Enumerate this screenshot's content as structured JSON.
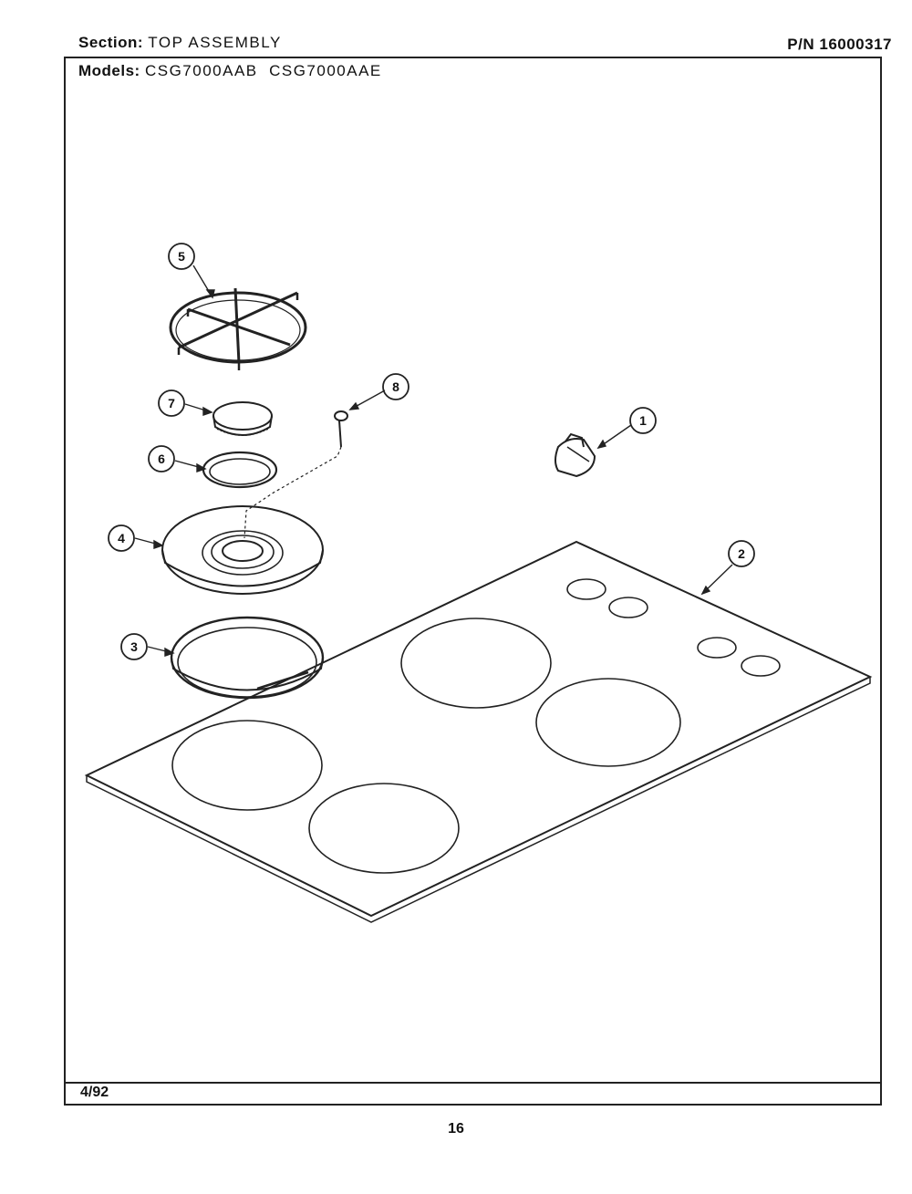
{
  "header": {
    "section_label": "Section:",
    "section_value": "TOP ASSEMBLY",
    "models_label": "Models:",
    "models_value": "CSG7000AAB  CSG7000AAE",
    "part_number": "P/N 16000317"
  },
  "footer": {
    "revision_date": "4/92",
    "page_number": "16"
  },
  "callouts": [
    {
      "id": "1",
      "label": "1"
    },
    {
      "id": "2",
      "label": "2"
    },
    {
      "id": "3",
      "label": "3"
    },
    {
      "id": "4",
      "label": "4"
    },
    {
      "id": "5",
      "label": "5"
    },
    {
      "id": "6",
      "label": "6"
    },
    {
      "id": "7",
      "label": "7"
    },
    {
      "id": "8",
      "label": "8"
    }
  ],
  "colors": {
    "ink": "#222222",
    "paper": "#ffffff"
  }
}
